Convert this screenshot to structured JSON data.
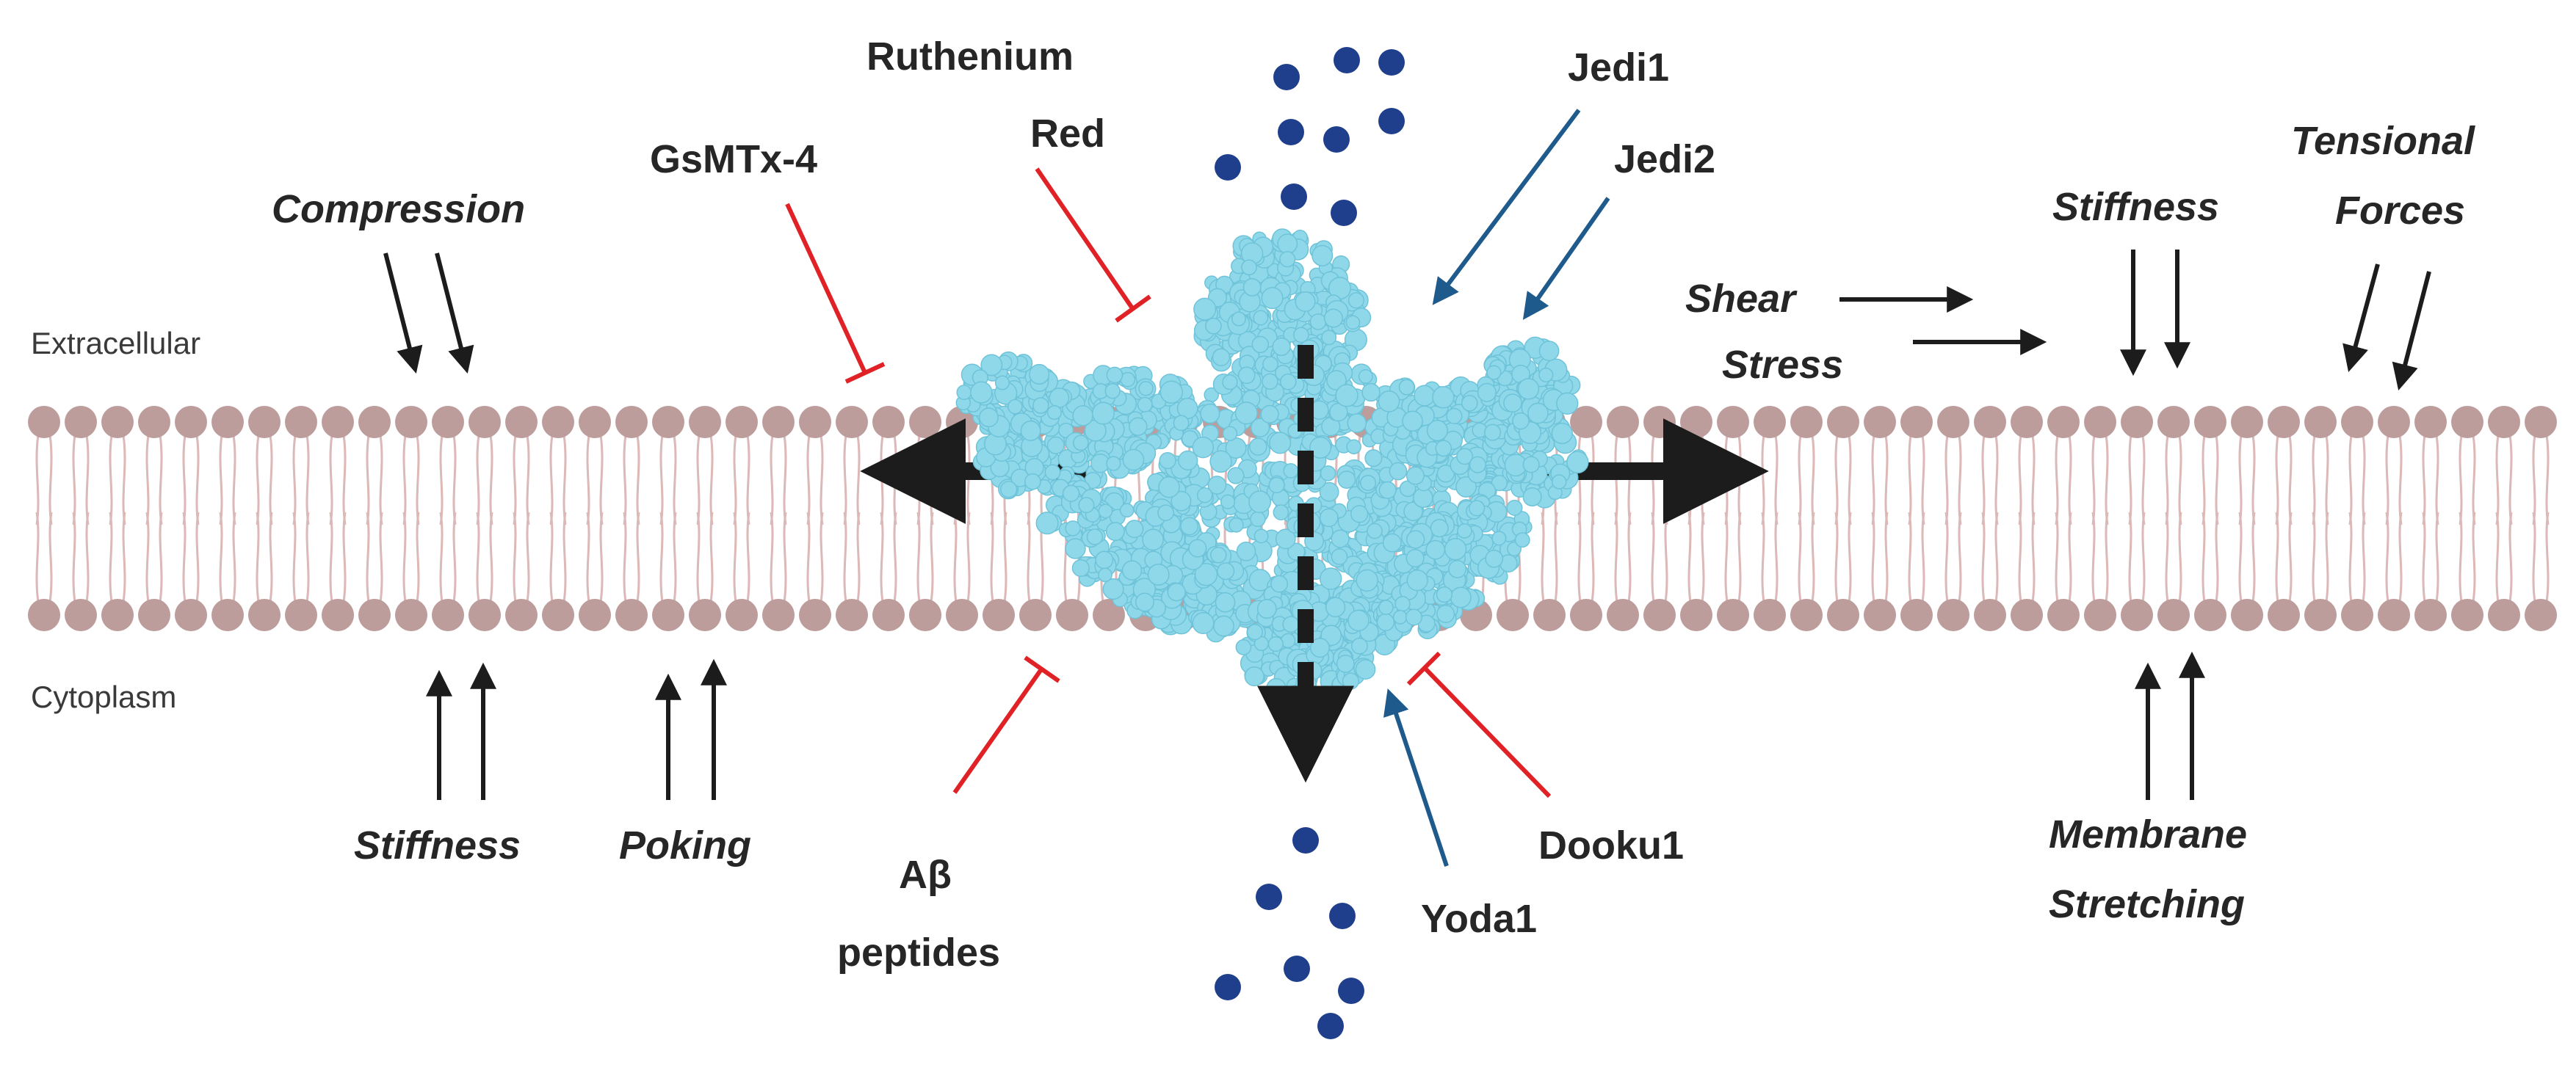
{
  "regions": {
    "extracellular": "Extracellular",
    "cytoplasm": "Cytoplasm"
  },
  "inhibitors": {
    "gsmtx4": "GsMTx-4",
    "ruthenium_red_line1": "Ruthenium",
    "ruthenium_red_line2": "Red",
    "abeta_line1": "Aβ",
    "abeta_line2": "peptides",
    "dooku1": "Dooku1"
  },
  "activators": {
    "jedi1": "Jedi1",
    "jedi2": "Jedi2",
    "yoda1": "Yoda1"
  },
  "mechanical_stimuli": {
    "compression": "Compression",
    "stiffness_top": "Stiffness",
    "tensional_line1": "Tensional",
    "tensional_line2": "Forces",
    "shear_line1": "Shear",
    "shear_line2": "Stress",
    "stiffness_bottom": "Stiffness",
    "poking": "Poking",
    "membrane_line1": "Membrane",
    "membrane_line2": "Stretching"
  },
  "colors": {
    "activator_arrow": "#1f5a8c",
    "inhibitor_line": "#e02226",
    "stimulus_arrow": "#1c1c1c",
    "ion": "#1f3f8c",
    "lipid_head": "#bd9c9c",
    "lipid_tail": "#dcb8b8",
    "channel": "#8fd8ea"
  }
}
